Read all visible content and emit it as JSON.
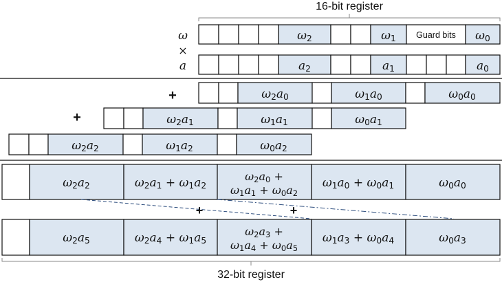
{
  "labels": {
    "top_register": "16-bit register",
    "bottom_register": "32-bit register",
    "guard_bits": "Guard bits"
  },
  "row_labels": {
    "omega": "ω",
    "times": "×",
    "a": "a"
  },
  "operators": {
    "plus_1": "+",
    "plus_2": "+",
    "plus_3": "+",
    "plus_4": "+"
  },
  "cells": {
    "w2": [
      "ω",
      "2"
    ],
    "w1": [
      "ω",
      "1"
    ],
    "w0": [
      "ω",
      "0"
    ],
    "a2": [
      "a",
      "2"
    ],
    "a1": [
      "a",
      "1"
    ],
    "a0": [
      "a",
      "0"
    ],
    "p1_w2a0": [
      "ω",
      "2",
      "a",
      "0"
    ],
    "p1_w1a0": [
      "ω",
      "1",
      "a",
      "0"
    ],
    "p1_w0a0": [
      "ω",
      "0",
      "a",
      "0"
    ],
    "p2_w2a1": [
      "ω",
      "2",
      "a",
      "1"
    ],
    "p2_w1a1": [
      "ω",
      "1",
      "a",
      "1"
    ],
    "p2_w0a1": [
      "ω",
      "0",
      "a",
      "1"
    ],
    "p3_w2a2": [
      "ω",
      "2",
      "a",
      "2"
    ],
    "p3_w1a2": [
      "ω",
      "1",
      "a",
      "2"
    ],
    "p3_w0a2": [
      "ω",
      "0",
      "a",
      "2"
    ],
    "r1_c1": [
      "ω",
      "2",
      "a",
      "2"
    ],
    "r1_c2_l1": [
      "ω",
      "2",
      "a",
      "1",
      " + ",
      "ω",
      "1",
      "a",
      "2"
    ],
    "r1_c3_l1": [
      "ω",
      "2",
      "a",
      "0",
      " +"
    ],
    "r1_c3_l2": [
      "ω",
      "1",
      "a",
      "1",
      " + ",
      "ω",
      "0",
      "a",
      "2"
    ],
    "r1_c4": [
      "ω",
      "1",
      "a",
      "0",
      " + ",
      "ω",
      "0",
      "a",
      "1"
    ],
    "r1_c5": [
      "ω",
      "0",
      "a",
      "0"
    ],
    "r2_c1": [
      "ω",
      "2",
      "a",
      "5"
    ],
    "r2_c2_l1": [
      "ω",
      "2",
      "a",
      "4",
      " + ",
      "ω",
      "1",
      "a",
      "5"
    ],
    "r2_c3_l1": [
      "ω",
      "2",
      "a",
      "3",
      " +"
    ],
    "r2_c3_l2": [
      "ω",
      "1",
      "a",
      "4",
      " + ",
      "ω",
      "0",
      "a",
      "5"
    ],
    "r2_c4": [
      "ω",
      "1",
      "a",
      "3",
      " + ",
      "ω",
      "0",
      "a",
      "4"
    ],
    "r2_c5": [
      "ω",
      "0",
      "a",
      "3"
    ]
  },
  "colors": {
    "highlight": "#dce6f1",
    "stroke": "#111111",
    "dashed_line": "#2f4f7f"
  }
}
